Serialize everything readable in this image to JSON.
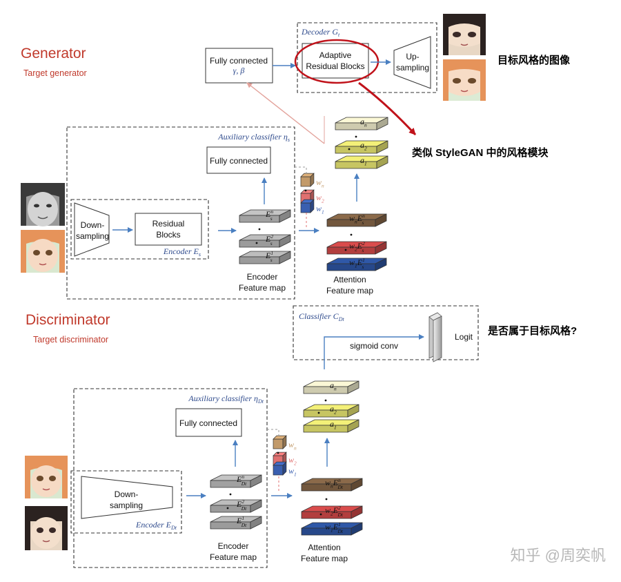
{
  "generator": {
    "title": "Generator",
    "subtitle": "Target generator",
    "fully_connected": {
      "line1": "Fully connected",
      "line2": "γ, β"
    },
    "decoder": {
      "label": "Decoder G",
      "label_sub": "t",
      "adaptive_block": {
        "line1": "Adaptive",
        "line2": "Residual Blocks"
      },
      "upsampling": {
        "line1": "Up-",
        "line2": "sampling"
      }
    },
    "target_style_note": "目标风格的图像",
    "stylegan_note": "类似 StyleGAN 中的风格模块",
    "aux_classifier": {
      "label": "Auxiliary classifier η",
      "label_sub": "s",
      "fc": "Fully connected"
    },
    "encoder": {
      "label": "Encoder E",
      "label_sub": "s",
      "downsampling": {
        "line1": "Down-",
        "line2": "sampling"
      },
      "residual": {
        "line1": "Residual",
        "line2": "Blocks"
      }
    },
    "encoder_fmap": {
      "labels": [
        {
          "main": "E",
          "sup": "n",
          "sub": "s"
        },
        {
          "main": "E",
          "sup": "2",
          "sub": "s"
        },
        {
          "main": "E",
          "sup": "1",
          "sub": "s"
        }
      ],
      "caption": {
        "line1": "Encoder",
        "line2": "Feature map"
      }
    },
    "weights": [
      {
        "main": "w",
        "sub": "n",
        "color": "#c29a6a"
      },
      {
        "main": "w",
        "sub": "2",
        "color": "#e07070"
      },
      {
        "main": "w",
        "sub": "1",
        "color": "#3a5fb0"
      }
    ],
    "attention_fmap": {
      "labels": [
        {
          "main": "w",
          "wsub": "n",
          "E": "E",
          "sup": "n",
          "sub": "s"
        },
        {
          "main": "w",
          "wsub": "2",
          "E": "E",
          "sup": "2",
          "sub": "s"
        },
        {
          "main": "w",
          "wsub": "1",
          "E": "E",
          "sup": "1",
          "sub": "s"
        }
      ],
      "caption": {
        "line1": "Attention",
        "line2": "Feature map"
      }
    },
    "a_stack": [
      {
        "main": "a",
        "sub": "n"
      },
      {
        "main": "a",
        "sub": "2"
      },
      {
        "main": "a",
        "sub": "1"
      }
    ]
  },
  "discriminator": {
    "title": "Discriminator",
    "subtitle": "Target discriminator",
    "classifier": {
      "label": "Classifier C",
      "label_sub": "Dt",
      "conv": "sigmoid conv",
      "logit": "Logit"
    },
    "style_question": "是否属于目标风格?",
    "aux_classifier": {
      "label": "Auxiliary classifier η",
      "label_sub": "Dt",
      "fc": "Fully connected"
    },
    "encoder": {
      "label": "Encoder E",
      "label_sub": "Dt",
      "downsampling": {
        "line1": "Down-",
        "line2": "sampling"
      }
    },
    "encoder_fmap": {
      "labels": [
        {
          "main": "E",
          "sup": "n",
          "sub": "Dt"
        },
        {
          "main": "E",
          "sup": "2",
          "sub": "Dt"
        },
        {
          "main": "E",
          "sup": "1",
          "sub": "Dt"
        }
      ],
      "caption": {
        "line1": "Encoder",
        "line2": "Feature map"
      }
    },
    "weights": [
      {
        "main": "w",
        "sub": "n",
        "color": "#c29a6a"
      },
      {
        "main": "w",
        "sub": "2",
        "color": "#e07070"
      },
      {
        "main": "w",
        "sub": "1",
        "color": "#3a5fb0"
      }
    ],
    "attention_fmap": {
      "labels": [
        {
          "main": "w",
          "wsub": "n",
          "E": "E",
          "sup": "n",
          "sub": "Dt"
        },
        {
          "main": "w",
          "wsub": "2",
          "E": "E",
          "sup": "2",
          "sub": "Dt"
        },
        {
          "main": "w",
          "wsub": "1",
          "E": "E",
          "sup": "1",
          "sub": "Dt"
        }
      ],
      "caption": {
        "line1": "Attention",
        "line2": "Feature map"
      }
    },
    "a_stack": [
      {
        "main": "a",
        "sub": "n"
      },
      {
        "main": "a",
        "sub": "2"
      },
      {
        "main": "a",
        "sub": "1"
      }
    ]
  },
  "watermark": "知乎 @周奕帆",
  "colors": {
    "title_red": "#c0392b",
    "label_blue": "#2e4a8c",
    "arrow_blue": "#4a7fc1",
    "annotation_red": "#c0121a",
    "brown": "#8b6a4a",
    "red_slab": "#d94c4c",
    "blue_slab": "#2f58a8",
    "yellow_light": "#fbf8d6",
    "yellow": "#f3f078",
    "gray_slab": "#b8b8b8"
  }
}
